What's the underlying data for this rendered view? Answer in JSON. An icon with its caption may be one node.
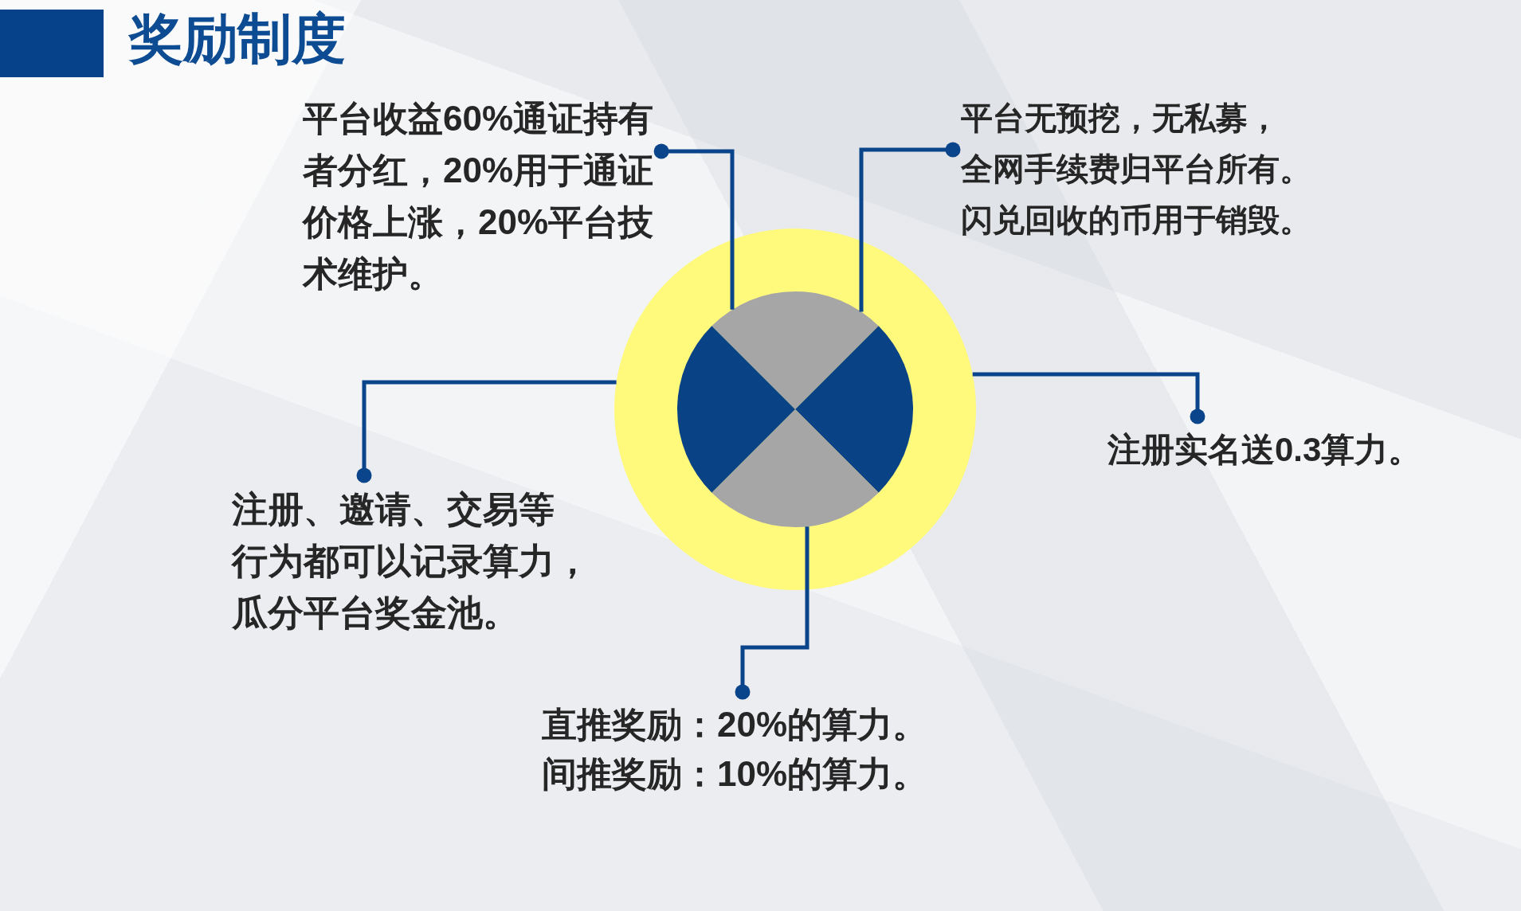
{
  "diagram": {
    "title": "奖励制度",
    "nodes": [
      {
        "text": [
          "平台收益60%通证持有者分红，20%用于通证价格上涨，20%平台技术维护。"
        ]
      },
      {
        "text": [
          "平台无预挖，无私募，全网手续费归平台所有。闪兑回收的币用于销毁。"
        ]
      },
      {
        "text": [],
        "shape": "circle"
      },
      {
        "text": [],
        "shape": "circle",
        "in": 2
      },
      {
        "text": [
          "注册、邀请、交易等行为都可以记录算力，瓜分平台奖金池。"
        ]
      },
      {
        "text": [
          "注册实名送0.3算力。"
        ]
      },
      {
        "text": [
          "直推奖励：20%的算力。",
          "间推奖励：10%的算力。"
        ]
      }
    ],
    "edges": [
      {
        "from": 0,
        "to": 3,
        "arrow": "other"
      },
      {
        "from": 1,
        "to": 3,
        "arrow": "other"
      },
      {
        "from": 4,
        "to": 2,
        "arrow": "other"
      },
      {
        "from": 5,
        "to": 2,
        "arrow": "other"
      },
      {
        "from": 6,
        "to": 3,
        "arrow": "other"
      }
    ]
  }
}
